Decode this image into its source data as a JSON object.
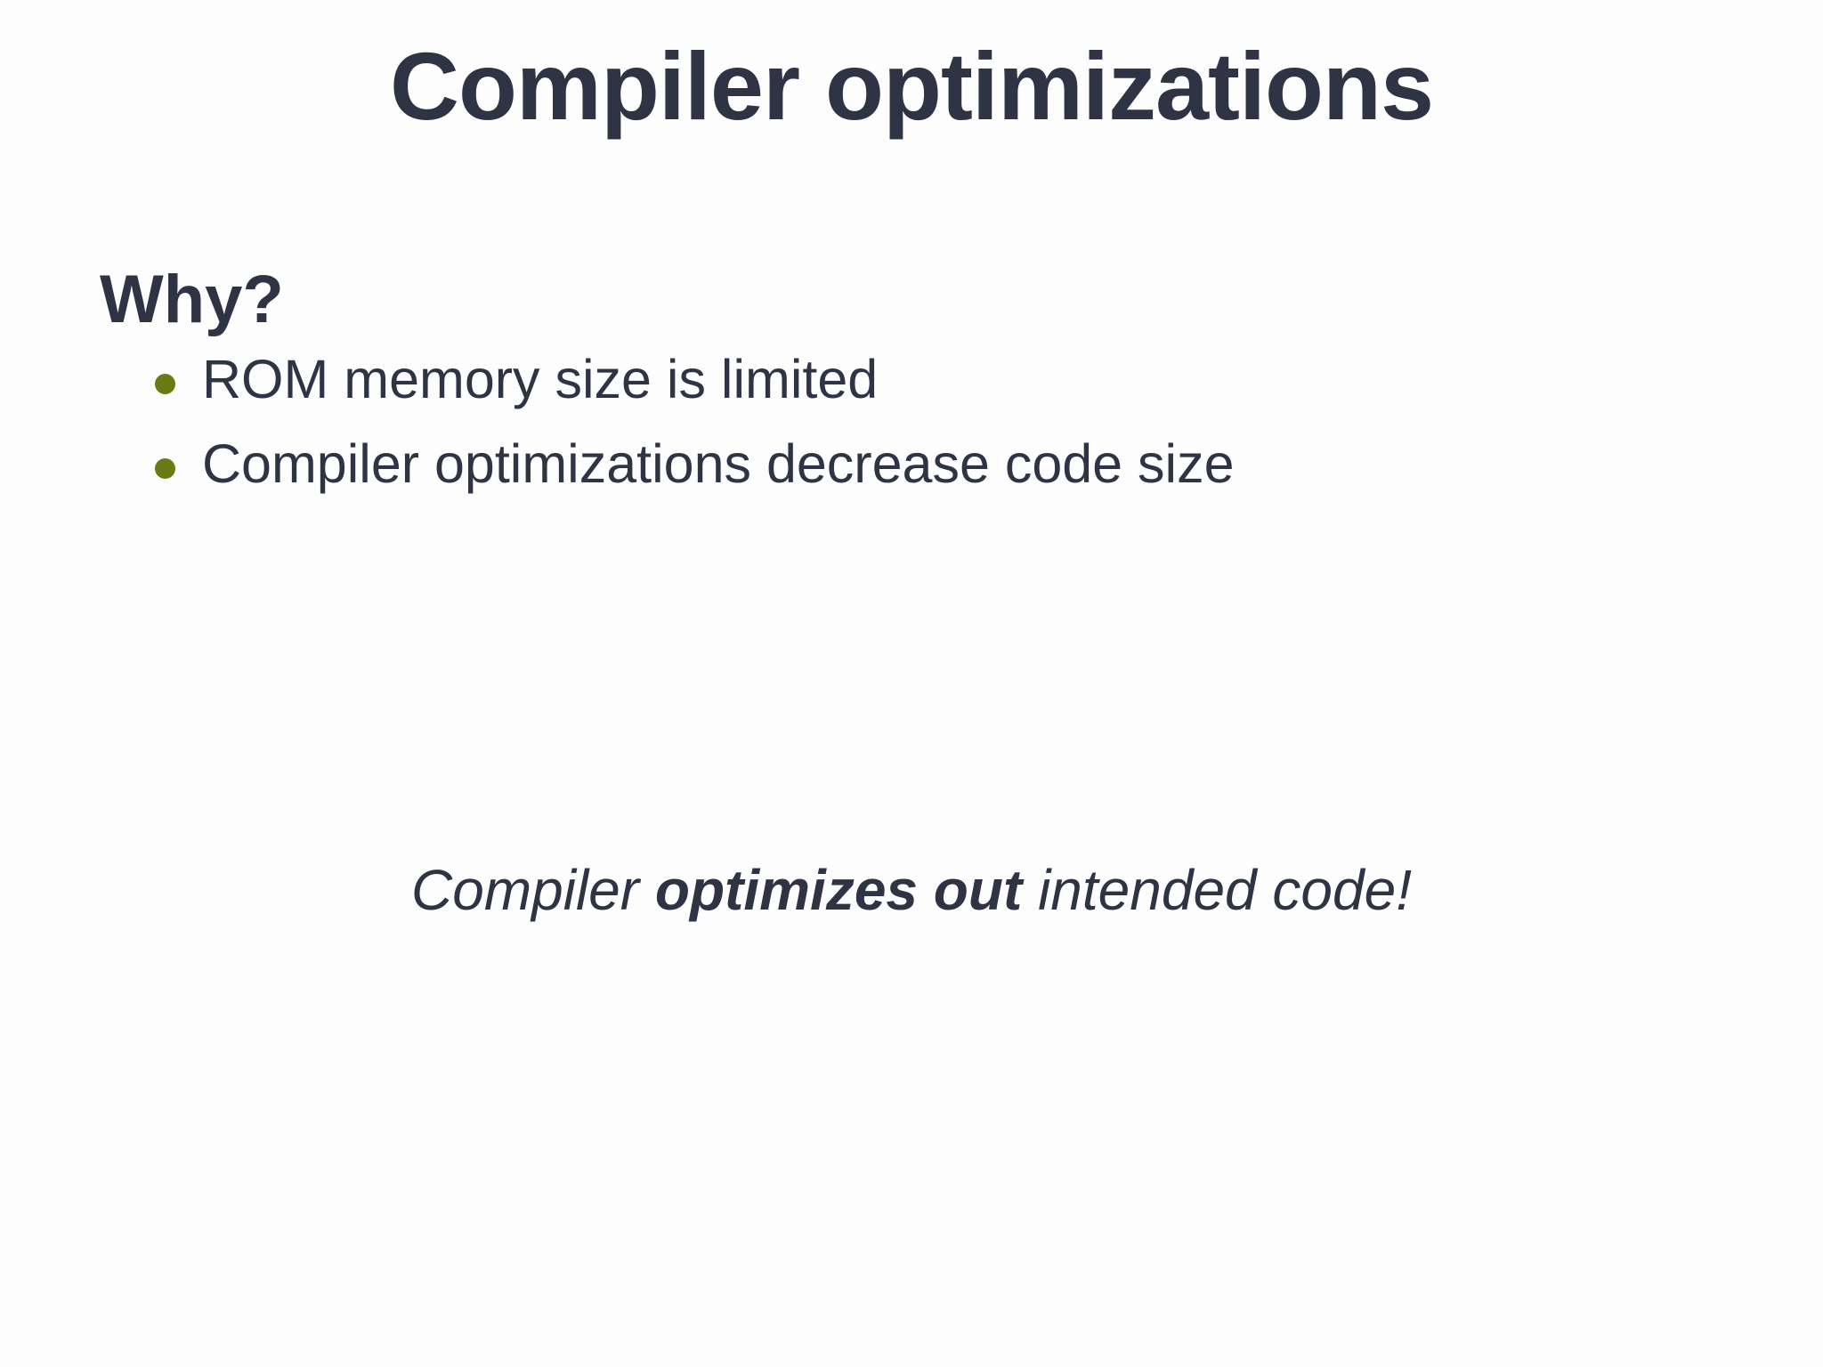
{
  "slide": {
    "title": "Compiler optimizations",
    "section_heading": "Why?",
    "bullets": [
      "ROM memory size is limited",
      "Compiler optimizations decrease code size"
    ],
    "callout": {
      "prefix": "Compiler ",
      "emphasis": "optimizes out",
      "suffix": " intended code!"
    }
  },
  "colors": {
    "background": "#fdfdfd",
    "text": "#2e3444",
    "bullet": "#6b7a15"
  }
}
